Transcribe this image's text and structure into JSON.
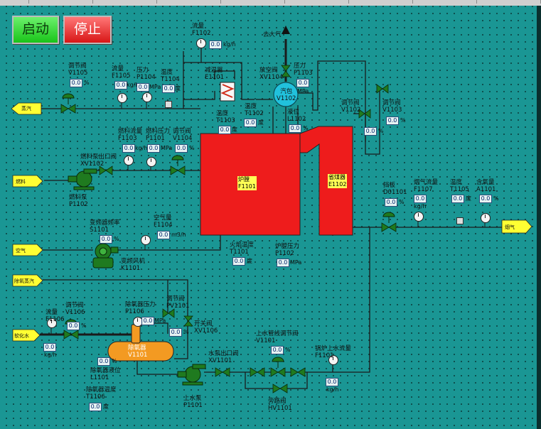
{
  "buttons": {
    "start": "启动",
    "stop": "停止"
  },
  "colors": {
    "background": "#1a9694",
    "pipe": "#1b1b1b",
    "furnace": "#ee1c1c",
    "deaerator": "#f39a22",
    "tag": "#ffff33",
    "valve": "#1f7a1f",
    "drum": "#22c3dd",
    "start": "#22cc22",
    "stop": "#e02020"
  },
  "labels": {
    "vent": "去大气",
    "flow_F1102": "流量\nF1102",
    "flow_F1102_unit": "kg/h",
    "desuperheater": "减温器\nE1101",
    "vent_valve": "放空阀\nXV1104",
    "pressure_P1103": "压力\nP1103",
    "pressure_P1103_unit": "MPa",
    "drum": "汽包\nV1102",
    "level_L1102": "液位\nL1102",
    "temp_T1102": "温度\nT1102",
    "temp_T1103": "温度\nT1103",
    "reg_V1102": "调节阀\nV1102",
    "reg_V1103": "调节阀\nV1103",
    "reg_V1105": "调节阀\nV1105",
    "flow_F1105": "流量\nF1105",
    "flow_F1105_unit": "kg/h",
    "pressure_P1104": "压力\nP1104",
    "pressure_P1104_unit": "MPa",
    "temp_T1104": "温度\nT1104",
    "steam_out": "蒸汽",
    "fuel_flow": "燃料流量\nF1103",
    "fuel_pressure": "燃料压力\nP1101",
    "fuel_pressure_unit": "MPa",
    "reg_V1104": "调节阀\nV1104",
    "fuel_pump_outlet": "燃料泵出口阀\nXV1102",
    "fuel": "燃料",
    "fuel_pump": "燃料泵\nP1102",
    "furnace": "炉膛\nF1101",
    "economizer": "省煤器\nE1102",
    "damper": "挡板\nD01101",
    "flue_flow": "烟气流量\nF1107",
    "flue_flow_unit": "kg/h",
    "flue_temp": "温度\nT1105",
    "o2": "含氧量\nA1101",
    "flue_out": "烟气",
    "inverter_freq": "变频器频率\nS1101",
    "air_flow": "空气量\nF1104",
    "air_flow_unit": "m3/h",
    "air": "空气",
    "fan": "变频风机\nK1101",
    "flame_temp": "火焰温度\nT1101",
    "furnace_pressure": "炉膛压力\nP1102",
    "furnace_pressure_unit": "MPa",
    "deaerator_steam": "除氧蒸汽",
    "reg_V1106": "调节阀\nV1106",
    "flow_F1106": "流量\nF1106",
    "flow_F1106_unit": "kg/h",
    "softened_water": "软化水",
    "deaerator_pressure": "除氧器压力\nP1106",
    "deaerator_pressure_unit": "MPa",
    "reg_PV1101": "调节阀\nPV1101",
    "switch_XV1106": "开关阀\nXV1106",
    "deaerator": "除氧器\nV1101",
    "deaerator_level": "除氧器液位\nL1101",
    "deaerator_temp": "除氧器温度\nT1106",
    "water_pump_outlet": "水泵出口阀\nXV1101",
    "water_reg": "上水管线调节阀\nV1101",
    "boiler_feed_flow": "锅炉上水流量\nF1101",
    "boiler_feed_flow_unit": "kg/h",
    "water_pump": "上水泵\nP1101",
    "bypass": "旁路阀\nHV1101",
    "pct": "%",
    "deg": "度"
  },
  "readings": {
    "default": "0.0"
  }
}
